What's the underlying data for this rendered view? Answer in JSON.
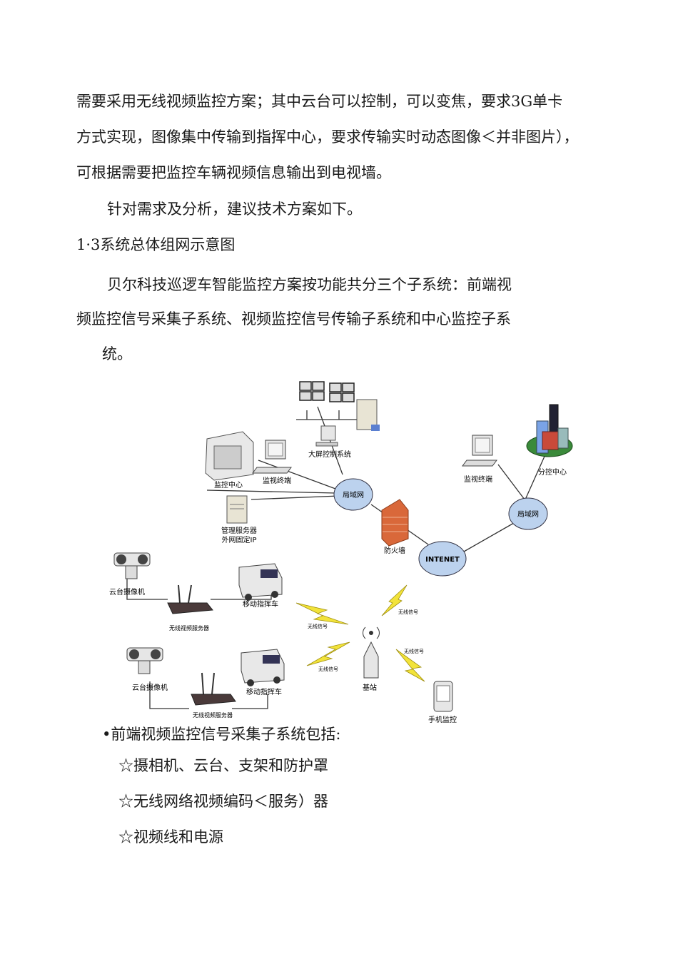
{
  "paragraphs": [
    "需要采用无线视频监控方案；其中云台可以控制，可以变焦，要求3G单卡",
    "方式实现，图像集中传输到指挥中心，要求传输实时动态图像＜并非图片），",
    "可根据需要把监控车辆视频信息输出到电视墙。",
    "针对需求及分析，建议技术方案如下。",
    "1·3系统总体组网示意图",
    "贝尔科技巡逻车智能监控方案按功能共分三个子系统：前端视",
    "频监控信号采集子系统、视频监控信号传输子系统和中心监控子系",
    "统。"
  ],
  "diagram": {
    "labels": {
      "big_screen": "大屏控制系统",
      "monitor_center": "监控中心",
      "monitor_terminal_left": "监视终端",
      "lan_left": "局域网",
      "mgmt_server_line1": "管理服务器",
      "mgmt_server_line2": "外网固定IP",
      "firewall": "防火墙",
      "internet": "INTENET",
      "monitor_terminal_right": "监视终端",
      "branch_center": "分控中心",
      "lan_right": "局域网",
      "ptz_camera_1": "云台摄像机",
      "wireless_server_1": "无线视频服务器",
      "mobile_command_1": "移动指挥车",
      "ptz_camera_2": "云台摄像机",
      "wireless_server_2": "无线视频服务器",
      "mobile_command_2": "移动指挥车",
      "base_station": "基站",
      "phone_monitor": "手机监控",
      "wireless_signal_1": "无线信号",
      "wireless_signal_2": "无线信号",
      "wireless_signal_3": "无线信号",
      "wireless_signal_4": "无线信号"
    }
  },
  "bullet": {
    "marker": "•",
    "title": "前端视频监控信号采集子系统包括:",
    "items": [
      "☆摄相机、云台、支架和防护罩",
      "☆无线网络视频编码＜服务）器",
      "☆视频线和电源"
    ]
  },
  "colors": {
    "cloud": "#bcd2ee",
    "firewall": "#d9683a",
    "lightning": "#f2e33a",
    "terminal": "#e6e6e6",
    "building": "#7aa3e6",
    "truck": "#e8e8e8"
  }
}
